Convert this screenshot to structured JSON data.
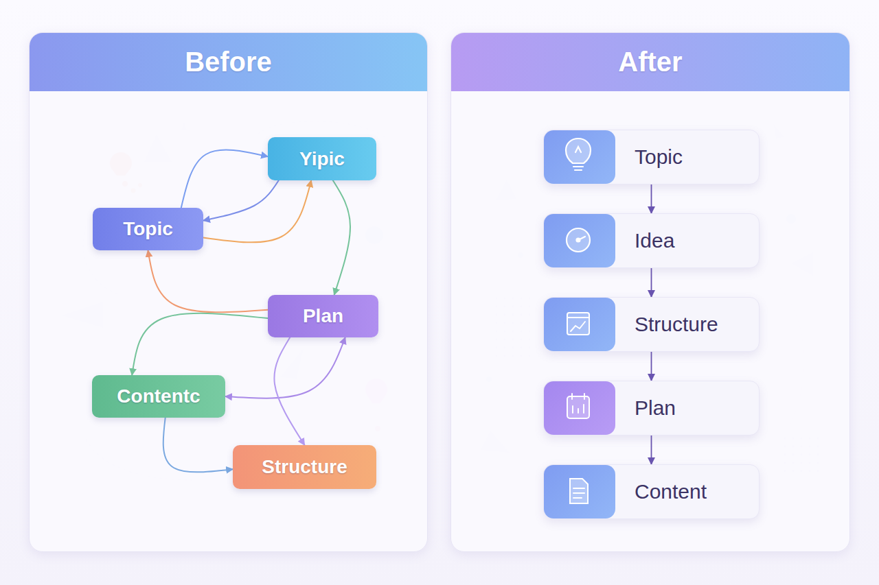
{
  "diagram": {
    "nodes": [
      {
        "text": [
          "Before"
        ]
      },
      {
        "text": [
          "Yipic"
        ],
        "in": 0
      },
      {
        "text": [
          "Topic"
        ],
        "in": 0
      },
      {
        "text": [
          "Plan"
        ],
        "in": 0
      },
      {
        "text": [
          "Contentc"
        ],
        "in": 0
      },
      {
        "text": [
          "Structure"
        ],
        "in": 0
      },
      {
        "text": [
          "After"
        ]
      },
      {
        "text": [
          "Topic"
        ],
        "in": 6
      },
      {
        "text": [
          "Idea"
        ],
        "in": 6
      },
      {
        "text": [
          "Structure"
        ],
        "in": 6
      },
      {
        "text": [
          "Plan"
        ],
        "in": 6
      },
      {
        "text": [
          "Content"
        ],
        "in": 6
      }
    ],
    "edges": [
      {
        "from": 2,
        "to": 1,
        "arrow": "to"
      },
      {
        "from": 1,
        "to": 2,
        "arrow": "to"
      },
      {
        "from": 2,
        "to": 1,
        "arrow": "to"
      },
      {
        "from": 1,
        "to": 3,
        "arrow": "to"
      },
      {
        "from": 3,
        "to": 2,
        "arrow": "to"
      },
      {
        "from": 3,
        "to": 4,
        "arrow": "to"
      },
      {
        "from": 4,
        "to": 3,
        "arrow": "both"
      },
      {
        "from": 4,
        "to": 5,
        "arrow": "to"
      },
      {
        "from": 3,
        "to": 5,
        "arrow": "to"
      },
      {
        "from": 7,
        "to": 8,
        "arrow": "to"
      },
      {
        "from": 8,
        "to": 9,
        "arrow": "to"
      },
      {
        "from": 9,
        "to": 10,
        "arrow": "to"
      },
      {
        "from": 10,
        "to": 11,
        "arrow": "to"
      }
    ]
  }
}
